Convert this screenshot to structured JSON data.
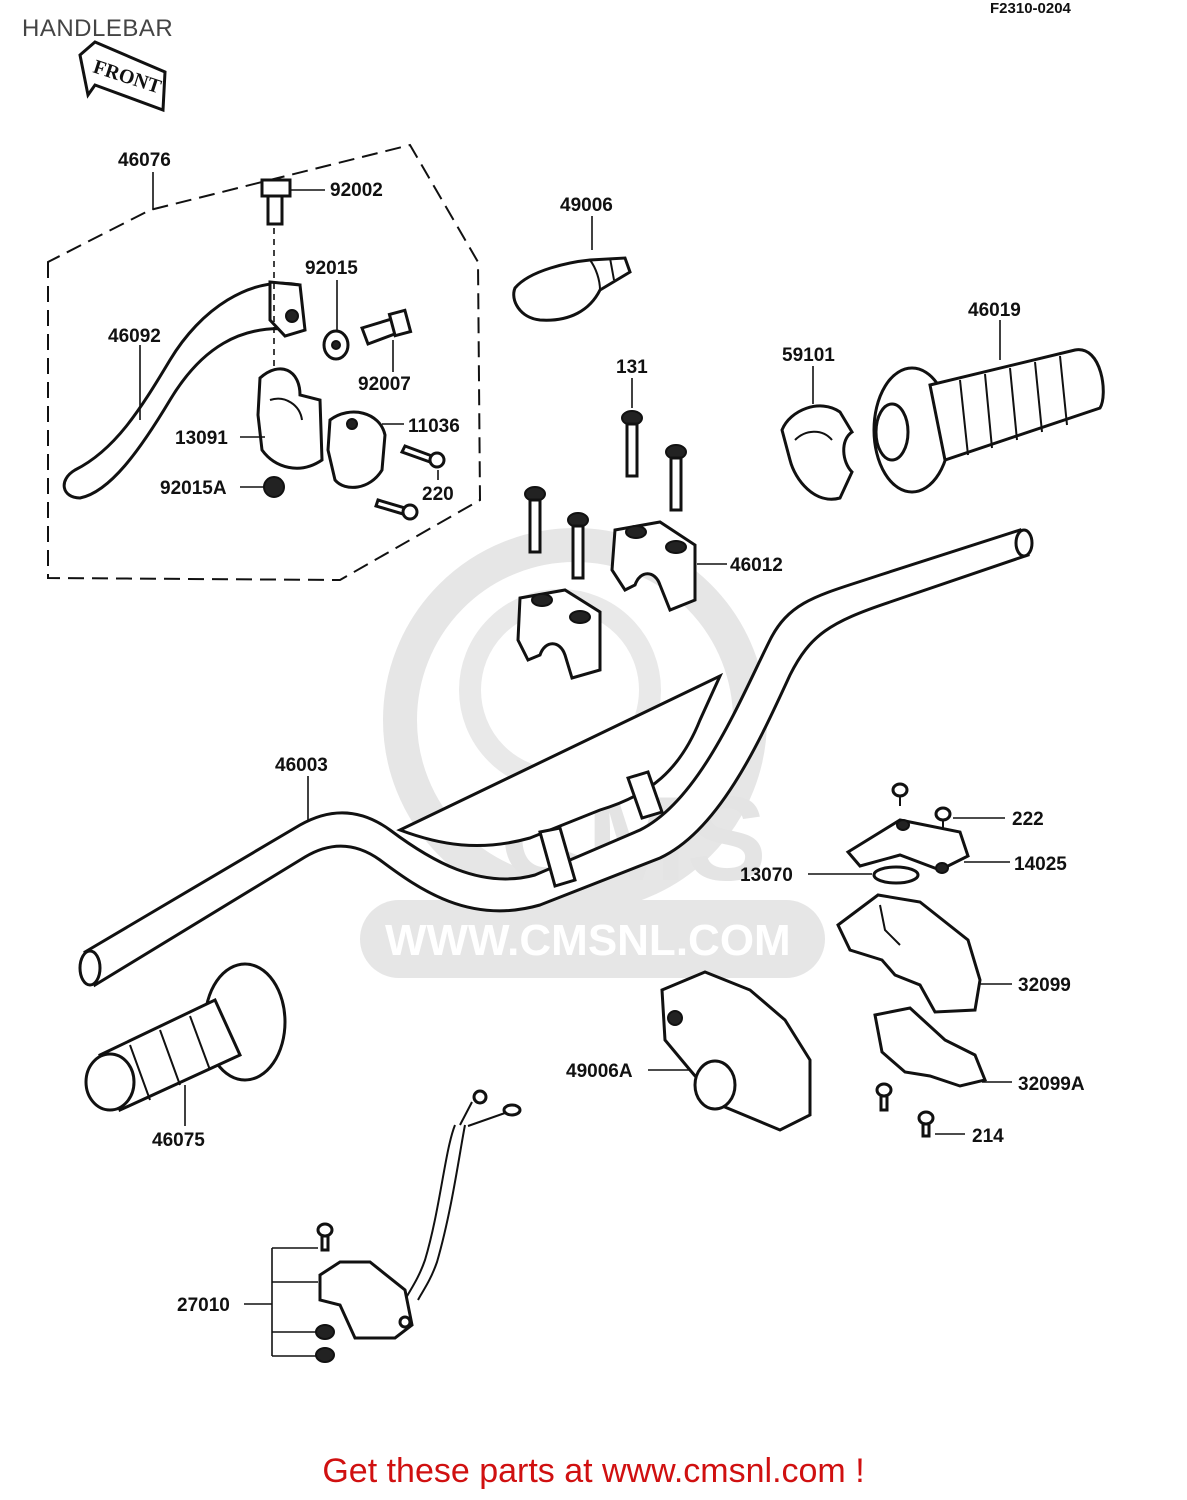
{
  "page": {
    "title": "HANDLEBAR",
    "ref_code": "F2310-0204",
    "footer": "Get these parts at www.cmsnl.com !"
  },
  "watermark": {
    "brand": "CMS",
    "url": "WWW.CMSNL.COM"
  },
  "front_marker": "FRONT",
  "parts": {
    "p46076": "46076",
    "p92002": "92002",
    "p92015": "92015",
    "p46092": "46092",
    "p92007": "92007",
    "p11036": "11036",
    "p13091": "13091",
    "p92015A": "92015A",
    "p220": "220",
    "p49006": "49006",
    "p131": "131",
    "p59101": "59101",
    "p46019": "46019",
    "p46012": "46012",
    "p46003": "46003",
    "p222": "222",
    "p14025": "14025",
    "p13070": "13070",
    "p32099": "32099",
    "p49006A": "49006A",
    "p32099A": "32099A",
    "p214": "214",
    "p46075": "46075",
    "p27010": "27010"
  },
  "colors": {
    "footer_text": "#d01010",
    "line_art": "#111111",
    "watermark": "#e4e4e4"
  }
}
